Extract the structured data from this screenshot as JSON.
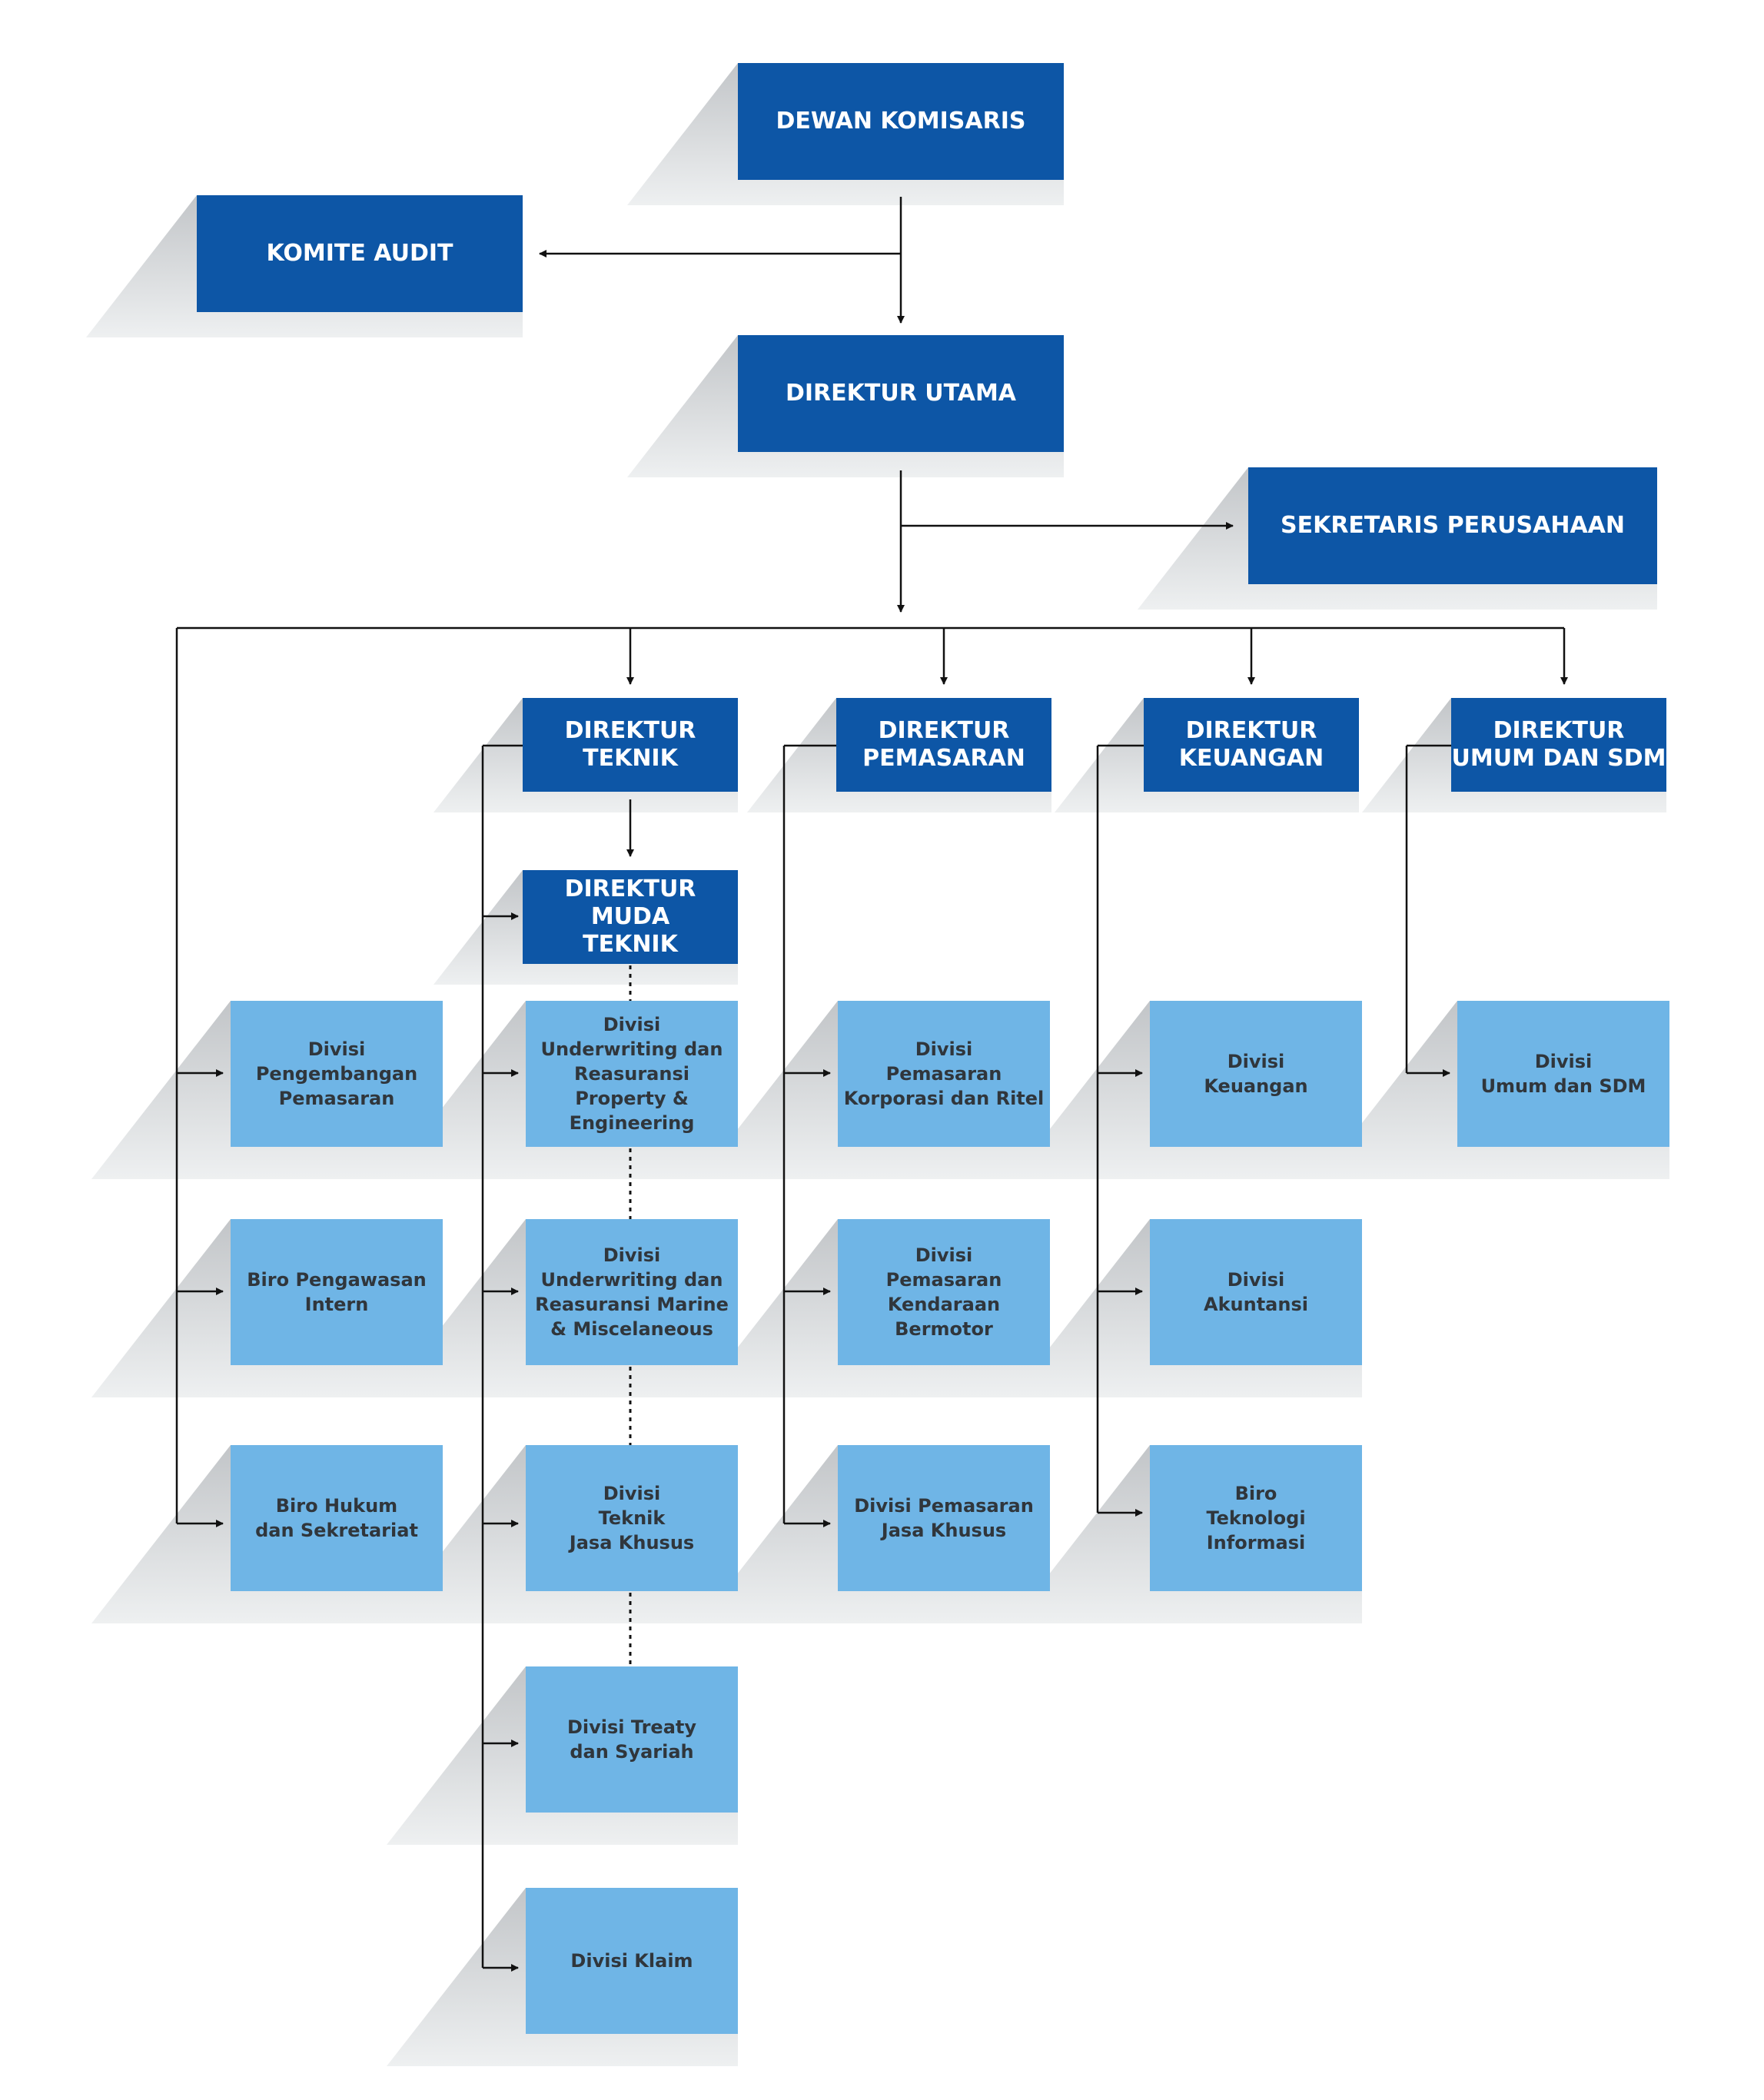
{
  "colors": {
    "dark": "#0d56a6",
    "light": "#6fb5e6",
    "line": "#111111",
    "shadow": "#b9bcbf"
  },
  "nodes": {
    "dewan_komisaris": "DEWAN KOMISARIS",
    "komite_audit": "KOMITE AUDIT",
    "direktur_utama": "DIREKTUR UTAMA",
    "sekretaris_perusahaan": "SEKRETARIS PERUSAHAAN",
    "direktur_teknik": "DIREKTUR\nTEKNIK",
    "direktur_pemasaran": "DIREKTUR\nPEMASARAN",
    "direktur_keuangan": "DIREKTUR\nKEUANGAN",
    "direktur_umum_sdm": "DIREKTUR\nUMUM DAN SDM",
    "direktur_muda_teknik": "DIREKTUR MUDA\nTEKNIK",
    "divisi_pengembangan_pemasaran": "Divisi\nPengembangan\nPemasaran",
    "biro_pengawasan_intern": "Biro Pengawasan\nIntern",
    "biro_hukum_sekretariat": "Biro Hukum\ndan Sekretariat",
    "divisi_uw_property": "Divisi\nUnderwriting dan\nReasuransi\nProperty &\nEngineering",
    "divisi_uw_marine": "Divisi\nUnderwriting dan\nReasuransi Marine\n& Miscelaneous",
    "divisi_teknik_jasa_khusus": "Divisi\nTeknik\nJasa Khusus",
    "divisi_treaty_syariah": "Divisi Treaty\ndan Syariah",
    "divisi_klaim": "Divisi Klaim",
    "divisi_pemasaran_korporasi": "Divisi\nPemasaran\nKorporasi dan Ritel",
    "divisi_pemasaran_kendaraan": "Divisi\nPemasaran\nKendaraan Bermotor",
    "divisi_pemasaran_jasa_khusus": "Divisi Pemasaran\nJasa Khusus",
    "divisi_keuangan": "Divisi\nKeuangan",
    "divisi_akuntansi": "Divisi\nAkuntansi",
    "biro_teknologi_informasi": "Biro\nTeknologi\nInformasi",
    "divisi_umum_sdm": "Divisi\nUmum dan SDM"
  }
}
